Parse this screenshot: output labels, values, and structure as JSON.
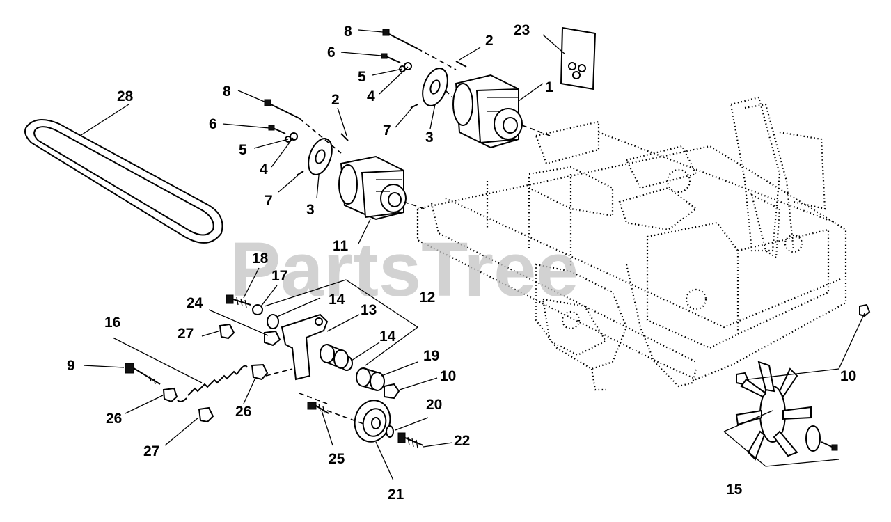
{
  "watermark": "PartsTree",
  "callouts": {
    "c1": "1",
    "c2a": "2",
    "c2b": "2",
    "c3a": "3",
    "c3b": "3",
    "c4a": "4",
    "c4b": "4",
    "c5a": "5",
    "c5b": "5",
    "c6a": "6",
    "c6b": "6",
    "c7a": "7",
    "c7b": "7",
    "c8a": "8",
    "c8b": "8",
    "c9": "9",
    "c10a": "10",
    "c10b": "10",
    "c11": "11",
    "c12": "12",
    "c13": "13",
    "c14a": "14",
    "c14b": "14",
    "c15": "15",
    "c16": "16",
    "c17": "17",
    "c18": "18",
    "c19": "19",
    "c20": "20",
    "c21": "21",
    "c22": "22",
    "c23": "23",
    "c24": "24",
    "c25": "25",
    "c26a": "26",
    "c26b": "26",
    "c27a": "27",
    "c27b": "27",
    "c28": "28"
  }
}
